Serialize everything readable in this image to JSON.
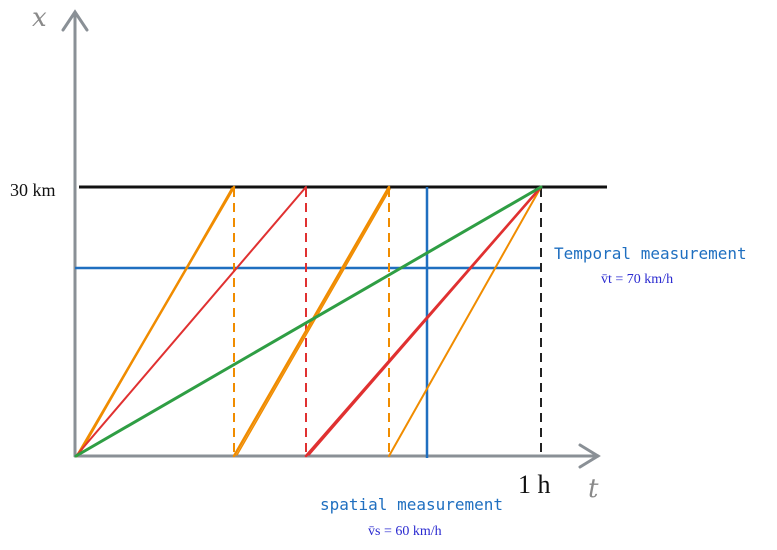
{
  "axes": {
    "x_label": "x",
    "t_label": "t",
    "distance_tick": "30 km",
    "time_tick": "1 h"
  },
  "annotations": {
    "temporal_title": "Temporal measurement",
    "temporal_formula": "v̄t = 70 km/h",
    "spatial_title": "spatial measurement",
    "spatial_formula": "v̄s = 60 km/h"
  },
  "colors": {
    "axis": "#8a9096",
    "top_line": "#111111",
    "measure": "#1f6fc0",
    "orange": "#f08c00",
    "red": "#e03131",
    "green": "#2f9e44",
    "black_dash": "#222222"
  }
}
